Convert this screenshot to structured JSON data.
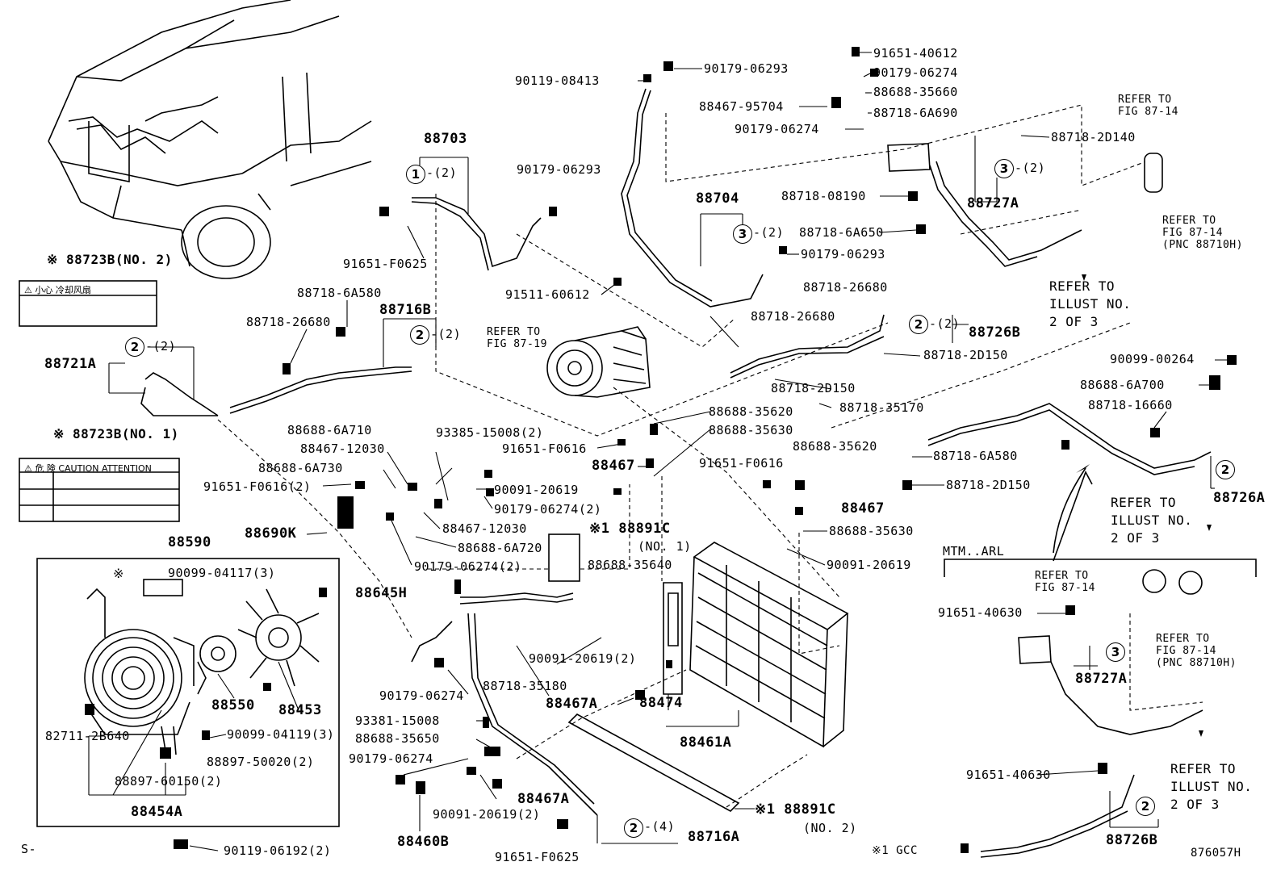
{
  "footer": {
    "left_mark": "S-",
    "ref": "876057H",
    "gcc_note": "※1 GCC"
  },
  "captions": {
    "c88723B_no2": "※ 88723B(NO. 2)",
    "c88723B_no1": "※ 88723B(NO. 1)",
    "warn1_text": "⚠ 小心  冷却风扇",
    "warn2_text": "⚠ 危 険  CAUTION  ATTENTION",
    "c88590": "88590",
    "star_note": "※",
    "mtm_arl": "MTM..ARL",
    "refer_87_19": "REFER TO\nFIG 87-19",
    "refer_87_14_a": "REFER TO\nFIG 87-14",
    "refer_87_14_b": "REFER TO\nFIG 87-14\n(PNC 88710H)",
    "refer_87_14_c": "REFER TO\nFIG 87-14",
    "refer_87_14_d": "REFER TO\nFIG 87-14\n(PNC 88710H)",
    "refer_illus_1": "REFER TO\nILLUST NO.\n2 OF 3",
    "refer_illus_2": "REFER TO\nILLUST NO.\n2 OF 3",
    "refer_illus_3": "REFER TO\nILLUST NO.\n2 OF 3"
  },
  "labels": {
    "p91651_40612": "91651-40612",
    "p90179_06293_a": "90179-06293",
    "p90119_08413": "90119-08413",
    "p90179_06274_a": "90179-06274",
    "p88688_35660": "88688-35660",
    "p88467_95704": "88467-95704",
    "p88718_6A690": "88718-6A690",
    "p90179_06274_b": "90179-06274",
    "p88718_2D140": "88718-2D140",
    "p88703": "88703",
    "c1_q": "-(2)",
    "p90179_06293_b": "90179-06293",
    "p88704": "88704",
    "c3_q_a": "-(2)",
    "p88727A_a": "88727A",
    "c3_q_b": "-(2)",
    "p88718_08190": "88718-08190",
    "p88718_6A650": "88718-6A650",
    "p90179_06293_c": "90179-06293",
    "p91651_F0625_a": "91651-F0625",
    "p91511_60612": "91511-60612",
    "p88718_6A580_a": "88718-6A580",
    "p88716B": "88716B",
    "p88718_26680_a": "88718-26680",
    "p88718_26680_b": "88718-26680",
    "p88718_26680_c": "88718-26680",
    "c2_q_a": "-(2)",
    "p88721A": "88721A",
    "c2_q_b": "-(2)",
    "c2_q_c": "-(2)",
    "p88726B_a": "88726B",
    "p88718_2D150_a": "88718-2D150",
    "p88718_2D150_b": "88718-2D150",
    "p90099_00264": "90099-00264",
    "p88688_6A700": "88688-6A700",
    "p88718_16660": "88718-16660",
    "p88718_35170": "88718-35170",
    "p88688_35620_a": "88688-35620",
    "p88688_35630_a": "88688-35630",
    "p91651_F0616_a": "91651-F0616",
    "p88467_a": "88467",
    "p88688_6A710": "88688-6A710",
    "p93385_15008": "93385-15008(2)",
    "p88467_12030_a": "88467-12030",
    "p88688_6A730": "88688-6A730",
    "p91651_F0616_2": "91651-F0616(2)",
    "p90091_20619_a": "90091-20619",
    "p90179_06274_2a": "90179-06274(2)",
    "p88690K": "88690K",
    "p88467_12030_b": "88467-12030",
    "p88688_6A720": "88688-6A720",
    "p90179_06274_2b": "90179-06274(2)",
    "p88891C_no1": "※1 88891C",
    "p_no1": "(NO. 1)",
    "p88688_35640": "88688-35640",
    "p91651_F0616_b": "91651-F0616",
    "p88688_35620_b": "88688-35620",
    "p88718_6A580_b": "88718-6A580",
    "p88718_2D150_c": "88718-2D150",
    "p88467_b": "88467",
    "p88688_35630_b": "88688-35630",
    "p90091_20619_b": "90091-20619",
    "p88726A": "88726A",
    "p90099_04117": "90099-04117(3)",
    "p88645H": "88645H",
    "p90091_20619_2a": "90091-20619(2)",
    "p88550": "88550",
    "p88453": "88453",
    "p90099_04119": "90099-04119(3)",
    "p82711_2B640": "82711-2B640",
    "p88897_50020": "88897-50020(2)",
    "p88897_60150": "88897-60150(2)",
    "p88454A": "88454A",
    "p90179_06274_c": "90179-06274",
    "p88718_35180": "88718-35180",
    "p88467A_a": "88467A",
    "p88474": "88474",
    "p88461A": "88461A",
    "p93381_15008": "93381-15008",
    "p88688_35650": "88688-35650",
    "p90179_06274_d": "90179-06274",
    "p88467A_b": "88467A",
    "p90091_20619_2b": "90091-20619(2)",
    "p88891C_no2": "※1 88891C",
    "p_no2": "(NO. 2)",
    "p88460B": "88460B",
    "c2_q_d": "-(4)",
    "p88716A": "88716A",
    "p91651_F0625_b": "91651-F0625",
    "p90119_06192": "90119-06192(2)",
    "p91651_40630_a": "91651-40630",
    "p88727A_b": "88727A",
    "p91651_40630_b": "91651-40630",
    "p88726B_b": "88726B"
  },
  "circles": {
    "one": "1",
    "two": "2",
    "three": "3"
  }
}
